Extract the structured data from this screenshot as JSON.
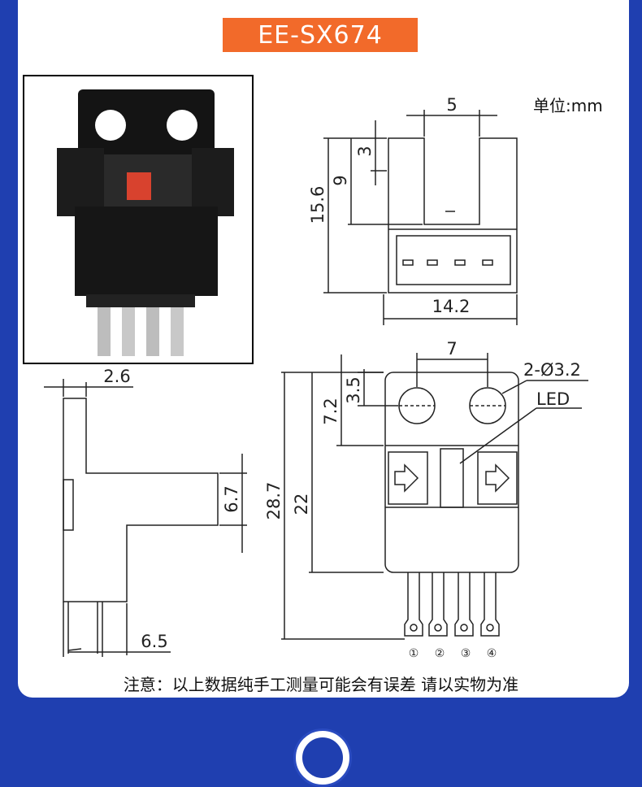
{
  "title": "EE-SX674",
  "unit_label": "单位:mm",
  "note": "注意：以上数据纯手工测量可能会有误差 请以实物为准",
  "colors": {
    "background": "#1f3fb0",
    "accent": "#f26a2a",
    "card": "#ffffff",
    "line": "#222222"
  },
  "dimensions": {
    "top_view": {
      "gap": "5",
      "slot_depth": "3",
      "slot_height": "9",
      "total_height": "15.6",
      "width": "14.2"
    },
    "front_view": {
      "hole_spacing": "7",
      "hole_spec": "2-Ø3.2",
      "hole_offset": "3.5",
      "hole_to_window": "7.2",
      "led_label": "LED",
      "body_height": "22",
      "total_height": "28.7"
    },
    "side_view": {
      "top_width": "2.6",
      "arm_height": "6.7",
      "pin_offset": "6.5"
    },
    "pins": [
      "①",
      "②",
      "③",
      "④"
    ]
  }
}
